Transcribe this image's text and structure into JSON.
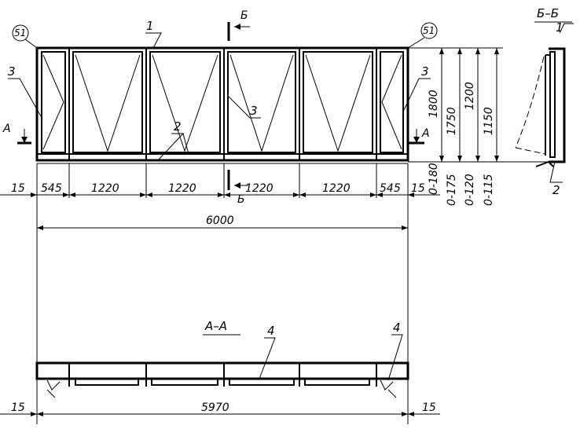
{
  "refs": {
    "frame": "1",
    "transom": "2",
    "sash": "3",
    "sill_board": "4",
    "node": "51"
  },
  "section_marks": {
    "b_letter": "Б",
    "a_letter": "А",
    "section_bb_title": "Б–Б",
    "section_aa_title": "А–А"
  },
  "widths": {
    "edge_left": "15",
    "edge_right": "15",
    "panels": [
      "545",
      "1220",
      "1220",
      "1220",
      "1220",
      "545"
    ],
    "total": "6000",
    "total_aa": "5970"
  },
  "heights": {
    "values": [
      "1800",
      "1750",
      "1200",
      "1150"
    ],
    "ranges": [
      "0-180",
      "0-175",
      "0-120",
      "0-115"
    ]
  }
}
